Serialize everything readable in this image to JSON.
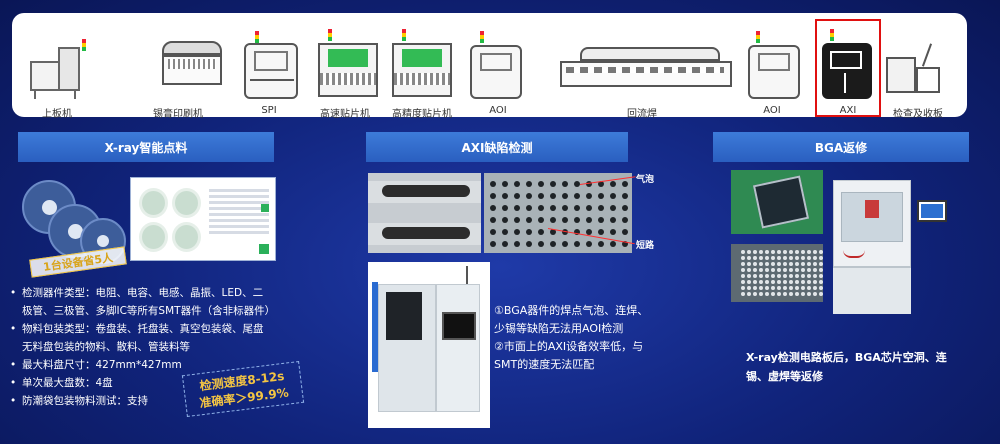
{
  "production_line": {
    "machines": [
      {
        "label": "上板机"
      },
      {
        "label": "锡膏印刷机"
      },
      {
        "label": "SPI"
      },
      {
        "label": "高速贴片机"
      },
      {
        "label": "高精度贴片机"
      },
      {
        "label": "AOI"
      },
      {
        "label": "回流焊"
      },
      {
        "label": "AOI"
      },
      {
        "label": "AXI",
        "highlighted": true
      },
      {
        "label": "检查及收板"
      }
    ],
    "highlight_color": "#e01010"
  },
  "panel_xray": {
    "title": "X-ray智能点料",
    "badge": "1台设备省5人",
    "specs": [
      "检测器件类型：电阻、电容、电感、晶振、LED、二",
      "极管、三极管、多脚IC等所有SMT器件（含非标器件）",
      "物料包装类型：卷盘装、托盘装、真空包装袋、尾盘",
      "无料盘包装的物料、散料、管装料等",
      "最大料盘尺寸：427mm*427mm",
      "单次最大盘数：4盘",
      "防潮袋包装物料测试：支持"
    ],
    "speed": "检测速度8-12s",
    "accuracy": "准确率＞99.9%"
  },
  "panel_axi": {
    "title": "AXI缺陷检测",
    "tag_bubble": "气泡",
    "tag_short": "短路",
    "lines": [
      "①BGA器件的焊点气泡、连焊、",
      "少锡等缺陷无法用AOI检测",
      "②市面上的AXI设备效率低，与",
      "SMT的速度无法匹配"
    ]
  },
  "panel_bga": {
    "title": "BGA返修",
    "text_1": "X-ray检测电路板后，BGA芯片空洞、连",
    "text_2": "锡、虚焊等返修"
  },
  "colors": {
    "background": "#10237a",
    "header": "#2a5fc0",
    "accent_gold": "#f3c443"
  }
}
